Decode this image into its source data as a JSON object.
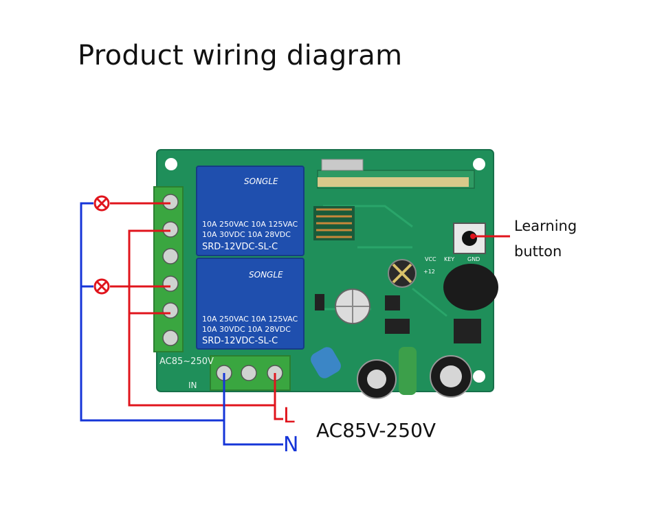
{
  "title": "Product wiring diagram",
  "labels": {
    "learning_line1": "Learning",
    "learning_line2": "button",
    "voltage": "AC85V-250V",
    "live": "L",
    "neutral": "N"
  },
  "board": {
    "relay_brand": "SONGLE",
    "relay_rating_1": "10A 250VAC  10A  125VAC",
    "relay_rating_2": "10A  30VDC  10A   28VDC",
    "relay_model": "SRD-12VDC-SL-C",
    "silk_ac": "AC85~250V",
    "silk_in": "IN",
    "silk_vcc": "VCC",
    "silk_key": "KEY",
    "silk_gnd": "GND",
    "silk_plus12": "+12"
  },
  "colors": {
    "live_wire": "#e0141c",
    "neutral_wire": "#1535d8",
    "pcb": "#1f8f5a",
    "relay": "#1f4fae",
    "terminal": "#3aa640"
  },
  "icons": {
    "load": "lamp-cross-icon"
  }
}
